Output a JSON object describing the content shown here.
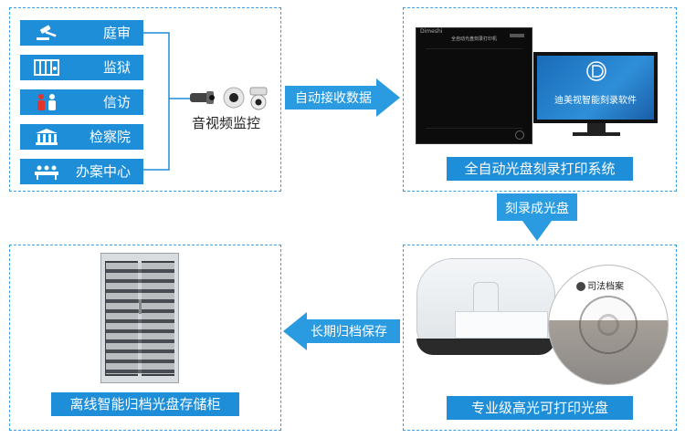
{
  "sources": [
    {
      "label": "庭审",
      "icon": "gavel-icon"
    },
    {
      "label": "监狱",
      "icon": "prison-bars-icon"
    },
    {
      "label": "信访",
      "icon": "people-icon"
    },
    {
      "label": "检察院",
      "icon": "courthouse-icon"
    },
    {
      "label": "办案中心",
      "icon": "meeting-icon"
    }
  ],
  "monitor_label": "音视频监控",
  "arrows": {
    "receive": "自动接收数据",
    "burn": "刻录成光盘",
    "archive": "长期归档保存"
  },
  "system": {
    "label": "全自动光盘刻录打印系统",
    "software_name": "迪美视智能刻录软件",
    "device_brand": "Dimeshi",
    "device_panel_text": "全自动光盘刻录打印机"
  },
  "disc": {
    "label": "专业级高光可打印光盘",
    "disc_title": "司法档案"
  },
  "cabinet": {
    "label": "离线智能归档光盘存储柜"
  },
  "colors": {
    "accent": "#1e8ed8",
    "dash": "#3aa0e6",
    "arrow": "#2a9be0"
  }
}
